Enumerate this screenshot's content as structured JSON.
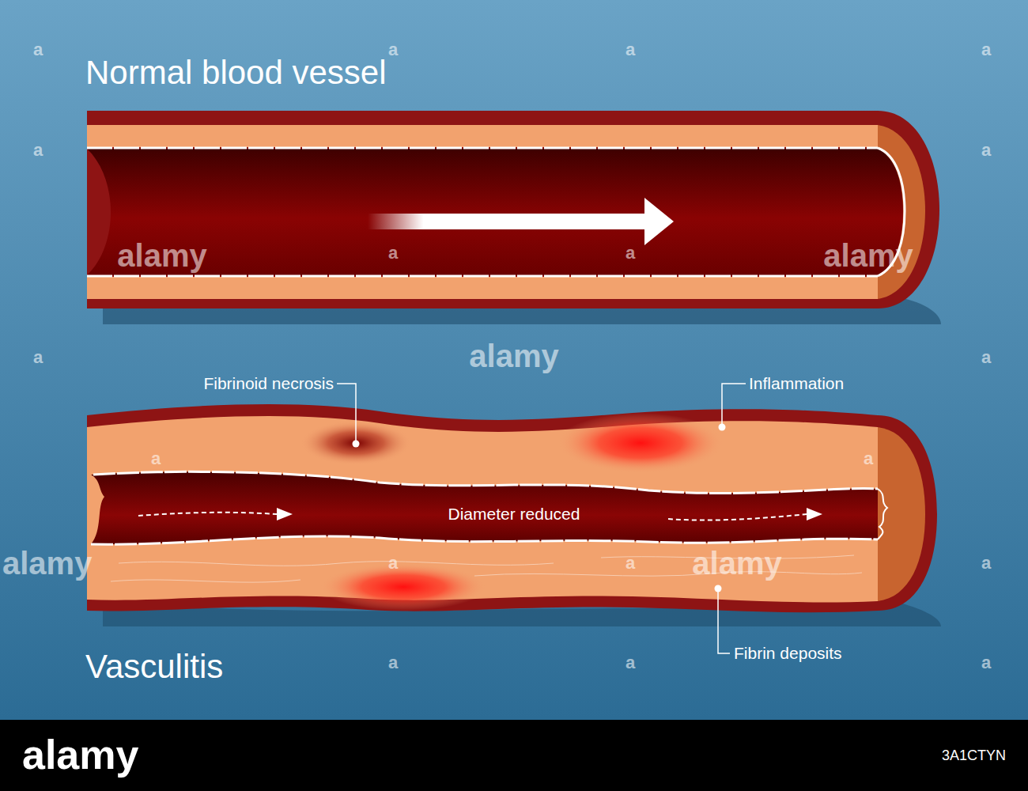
{
  "diagram": {
    "labels": [
      "Normal blood vessel",
      "Fibrinoid necrosis",
      "Inflammation",
      "Diameter reduced",
      "Fibrin deposits",
      "Vasculitis",
      "alamy",
      "alamy",
      "alamy",
      "alamy",
      "alamy",
      "a",
      "a",
      "a",
      "a",
      "a",
      "a",
      "a",
      "a",
      "a",
      "a",
      "a",
      "a",
      "a",
      "a",
      "a",
      "a",
      "a",
      "a",
      "alamy",
      "3A1CTYN"
    ]
  }
}
